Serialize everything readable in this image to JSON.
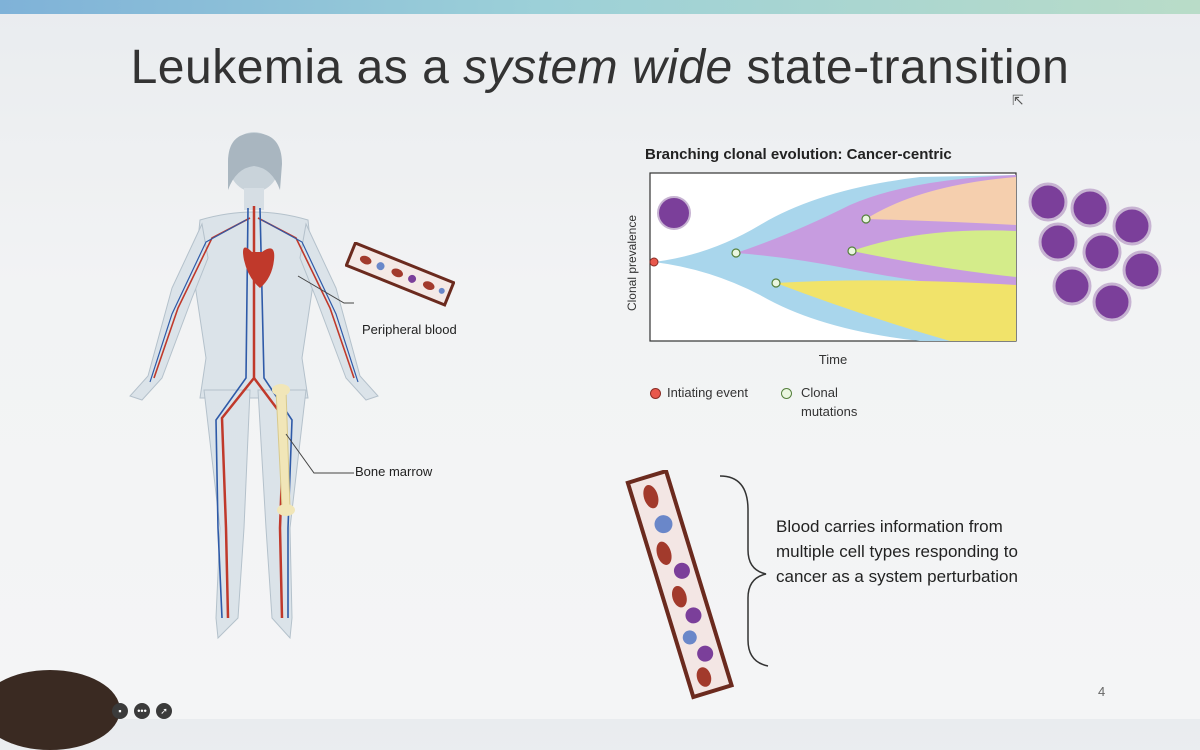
{
  "slide": {
    "title_part1": "Leukemia as a ",
    "title_italic": "system wide",
    "title_part2": " state-transition",
    "page_number": "4"
  },
  "body_labels": {
    "peripheral_blood": "Peripheral blood",
    "bone_marrow": "Bone marrow"
  },
  "chart_data": {
    "type": "area",
    "title": "Branching clonal evolution: Cancer-centric",
    "xlabel": "Time",
    "ylabel": "Clonal prevalence",
    "legend": [
      {
        "label": "Intiating event",
        "color": "#e8584c"
      },
      {
        "label": "Clonal mutations",
        "color": "#8bd36a"
      }
    ]
  },
  "legend_text": {
    "initiating": "Intiating event",
    "clonal_line1": "Clonal",
    "clonal_line2": "mutations"
  },
  "caption": "Blood carries information from multiple cell types responding to cancer as a system perturbation",
  "colors": {
    "blue_clone": "#a9d6ec",
    "purple_clone": "#c79ce0",
    "yellow_clone": "#f1e36a",
    "green_clone": "#d4ec8a",
    "peach_clone": "#f5cfae",
    "cell_purple": "#7b3f9a"
  }
}
